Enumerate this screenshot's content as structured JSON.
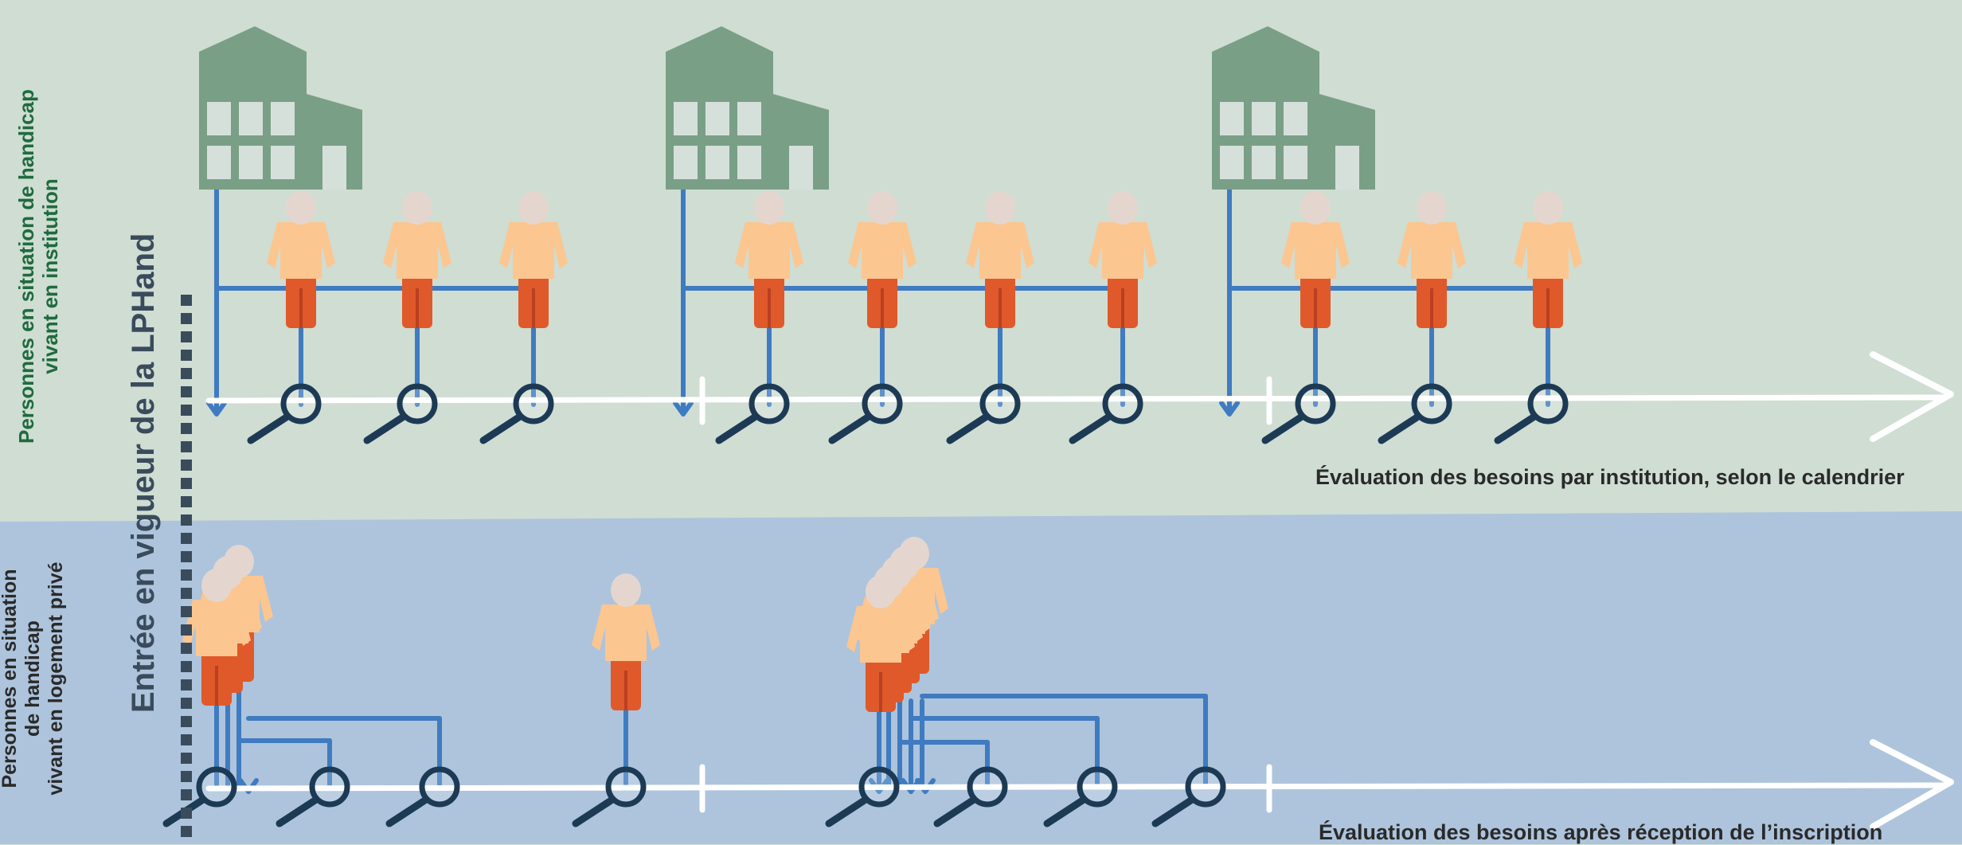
{
  "lanes": {
    "institution": {
      "label_line1": "Personnes en situation de handicap",
      "label_line2": "vivant en institution",
      "caption": "Évaluation des besoins par institution, selon le calendrier",
      "label_color": "#1f6b3e",
      "background": "#cfddd3"
    },
    "private": {
      "label_line1": "Personnes en situation",
      "label_line2": "de handicap",
      "label_line3": "vivant en logement privé",
      "caption": "Évaluation des besoins après réception de l’inscription",
      "label_color": "#2a2a2a",
      "background": "#adc4dc"
    }
  },
  "milestone": {
    "label": "Entrée en vigueur de la LPHand",
    "color": "#3a4b5c"
  },
  "colors": {
    "building": "#7a9f87",
    "window": "#d6e0db",
    "arrow_blue": "#3f7bc0",
    "timeline_white": "#ffffff",
    "person_shirt": "#fcc690",
    "person_pants": "#e0592a",
    "person_head": "#e4d6cf",
    "magnifier": "#1d3a55"
  },
  "icons": [
    "building-icon",
    "person-icon",
    "magnifier-icon",
    "arrow-icon"
  ]
}
